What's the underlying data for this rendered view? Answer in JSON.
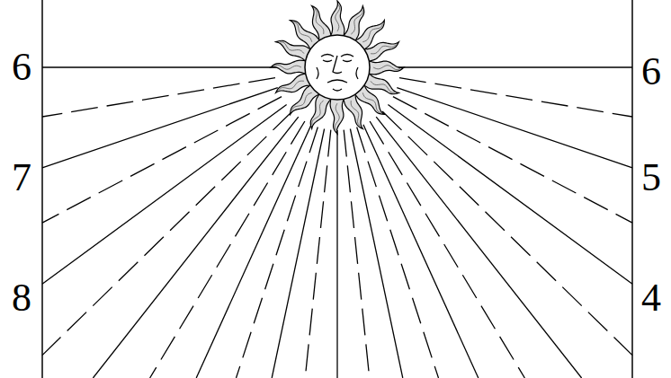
{
  "diagram": {
    "labels": [
      "6",
      "7",
      "8",
      "6",
      "5",
      "4"
    ]
  }
}
